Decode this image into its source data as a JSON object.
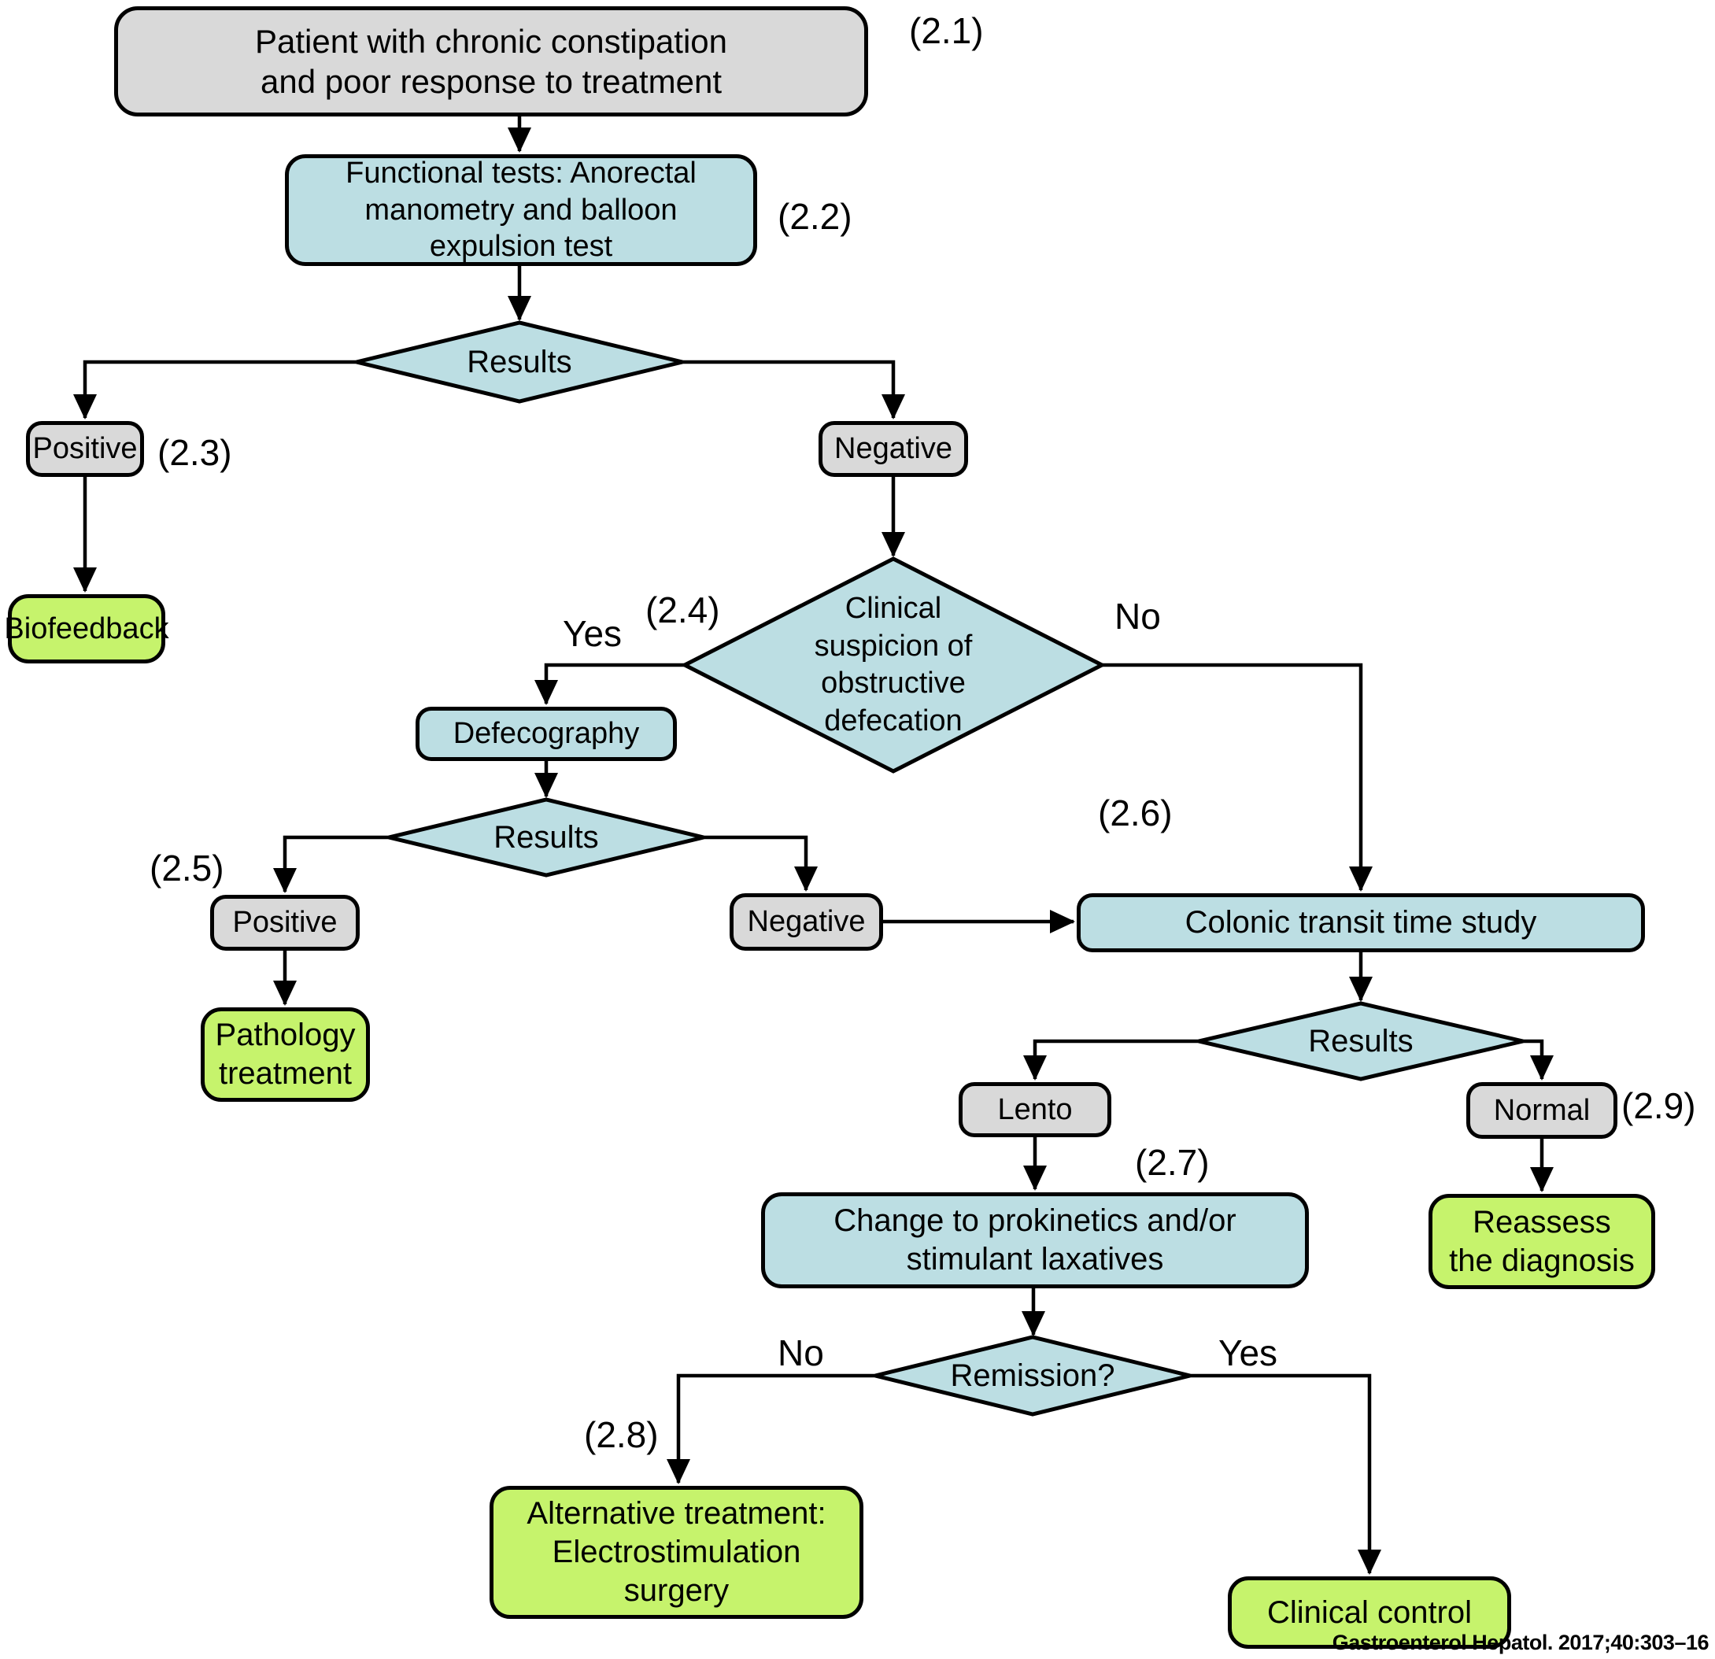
{
  "nodes": {
    "patient": {
      "label": "Patient with chronic constipation\nand poor response to treatment",
      "ref": "(2.1)"
    },
    "functional": {
      "label": "Functional tests: Anorectal\nmanometry and balloon\nexpulsion test",
      "ref": "(2.2)"
    },
    "results1": {
      "label": "Results"
    },
    "positive1": {
      "label": "Positive",
      "ref": "(2.3)"
    },
    "biofeedback": {
      "label": "Biofeedback"
    },
    "negative1": {
      "label": "Negative"
    },
    "suspicion": {
      "label": "Clinical\nsuspicion of\nobstructive\ndefecation",
      "ref": "(2.4)"
    },
    "defecography": {
      "label": "Defecography"
    },
    "results2": {
      "label": "Results"
    },
    "positive2": {
      "label": "Positive",
      "ref": "(2.5)"
    },
    "pathology": {
      "label": "Pathology\ntreatment"
    },
    "negative2": {
      "label": "Negative"
    },
    "colonic": {
      "label": "Colonic transit time study",
      "ref": "(2.6)"
    },
    "results3": {
      "label": "Results"
    },
    "lento": {
      "label": "Lento"
    },
    "normal": {
      "label": "Normal",
      "ref": "(2.9)"
    },
    "prokinetics": {
      "label": "Change to prokinetics and/or\nstimulant laxatives",
      "ref": "(2.7)"
    },
    "reassess": {
      "label": "Reassess\nthe diagnosis"
    },
    "remission": {
      "label": "Remission?"
    },
    "alternative": {
      "label": "Alternative treatment:\nElectrostimulation\nsurgery",
      "ref": "(2.8)"
    },
    "clinical": {
      "label": "Clinical control"
    }
  },
  "edge_labels": {
    "suspicion_yes": "Yes",
    "suspicion_no": "No",
    "remission_no": "No",
    "remission_yes": "Yes"
  },
  "citation": "Gastroenterol Hepatol. 2017;40:303–16",
  "colors": {
    "process_fill": "#bcdee3",
    "state_fill": "#d9d9d9",
    "terminal_fill": "#c6f36c",
    "line": "#000000"
  }
}
